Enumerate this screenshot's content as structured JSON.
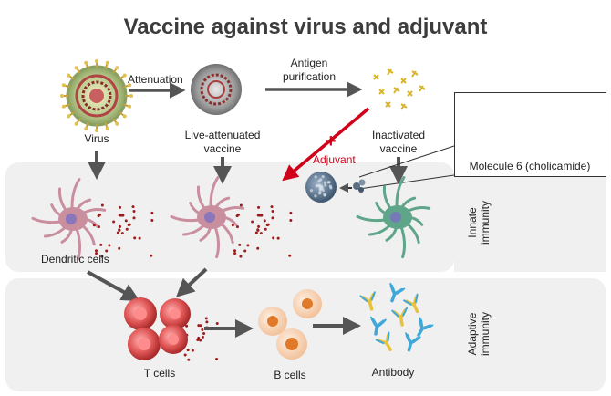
{
  "title": "Vaccine against virus and adjuvant",
  "labels": {
    "attenuation": "Attenuation",
    "antigen_purification": [
      "Antigen",
      "purification"
    ],
    "virus": "Virus",
    "live_attenuated": [
      "Live-attenuated",
      "vaccine"
    ],
    "inactivated": [
      "Inactivated",
      "vaccine"
    ],
    "adjuvant": "Adjuvant",
    "plus": "+",
    "molecule": "Molecule 6 (cholicamide)",
    "dendritic": "Dendritic cells",
    "tcells": "T cells",
    "bcells": "B cells",
    "antibody": "Antibody",
    "innate": [
      "Innate",
      "immunity"
    ],
    "adaptive": [
      "Adaptive",
      "immunity"
    ]
  },
  "colors": {
    "panel": "#f0f0f0",
    "arrow": "#555555",
    "adjuvant_arrow": "#d0021b",
    "dendritic": "#c98f9f",
    "dendritic_green": "#5fa58a",
    "tcell": "#d94a4a",
    "bcell_outer": "#f7cfae",
    "bcell_nucleus": "#e07a2a",
    "antibody_blue": "#3fa8d8",
    "antibody_yellow": "#e8c23a",
    "dots": "#9b1c1c"
  }
}
